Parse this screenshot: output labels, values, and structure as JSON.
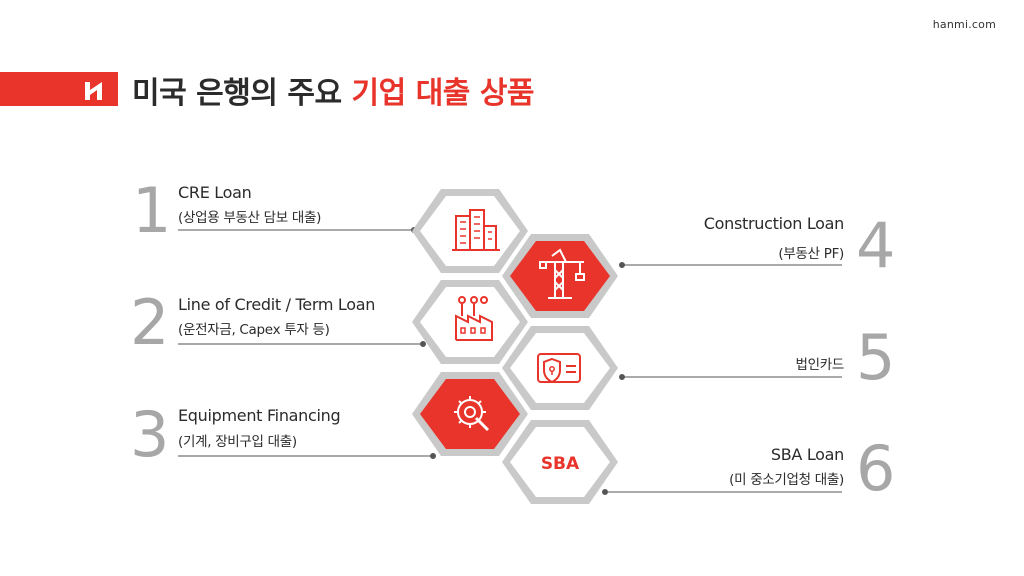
{
  "site": "hanmi.com",
  "title": {
    "main": "미국 은행의 주요",
    "accent": "기업 대출 상품"
  },
  "colors": {
    "accent": "#e8342a",
    "hexGray": "#c9c9c9",
    "text": "#2b2b2b",
    "number": "#a7a7a7"
  },
  "items": [
    {
      "number": "1",
      "title": "CRE Loan",
      "subtitle": "(상업용 부동산 담보 대출)",
      "icon": "office-building-icon"
    },
    {
      "number": "2",
      "title": "Line of Credit / Term Loan",
      "subtitle": "(운전자금, Capex 투자 등)",
      "icon": "factory-icon"
    },
    {
      "number": "3",
      "title": "Equipment Financing",
      "subtitle": "(기계, 장비구입 대출)",
      "icon": "gear-wrench-icon"
    },
    {
      "number": "4",
      "title": "Construction Loan",
      "subtitle": "(부동산 PF)",
      "icon": "crane-icon"
    },
    {
      "number": "5",
      "title": "법인카드",
      "subtitle": "",
      "icon": "secure-card-icon"
    },
    {
      "number": "6",
      "title": "SBA Loan",
      "subtitle": "(미 중소기업청 대출)",
      "icon": "sba-text-icon",
      "iconText": "SBA"
    }
  ]
}
